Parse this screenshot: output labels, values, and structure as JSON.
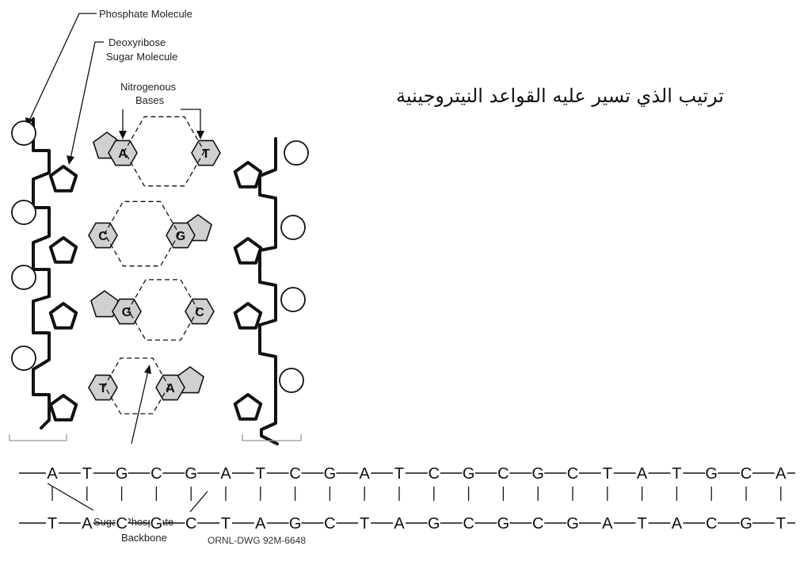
{
  "labels": {
    "phosphate": "Phosphate Molecule",
    "deoxyribose_1": "Deoxyribose",
    "deoxyribose_2": "Sugar Molecule",
    "nitrogenous_1": "Nitrogenous",
    "nitrogenous_2": "Bases",
    "backbone_1": "Sugar-Phosphate",
    "backbone_2": "Backbone",
    "credit": "ORNL-DWG 92M-6648"
  },
  "arabic_caption": "ترتيب الذي تسير عليه القواعد النيتروجينية",
  "base_pairs": [
    {
      "left": "A",
      "right": "T"
    },
    {
      "left": "C",
      "right": "G"
    },
    {
      "left": "G",
      "right": "C"
    },
    {
      "left": "T",
      "right": "A"
    }
  ],
  "sequence": {
    "top": [
      "A",
      "T",
      "G",
      "C",
      "G",
      "A",
      "T",
      "C",
      "G",
      "A",
      "T",
      "C",
      "G",
      "C",
      "G",
      "C",
      "T",
      "A",
      "T",
      "G",
      "C",
      "A"
    ],
    "bottom": [
      "T",
      "A",
      "C",
      "G",
      "C",
      "T",
      "A",
      "G",
      "C",
      "T",
      "A",
      "G",
      "C",
      "G",
      "C",
      "G",
      "A",
      "T",
      "A",
      "C",
      "G",
      "T"
    ]
  }
}
